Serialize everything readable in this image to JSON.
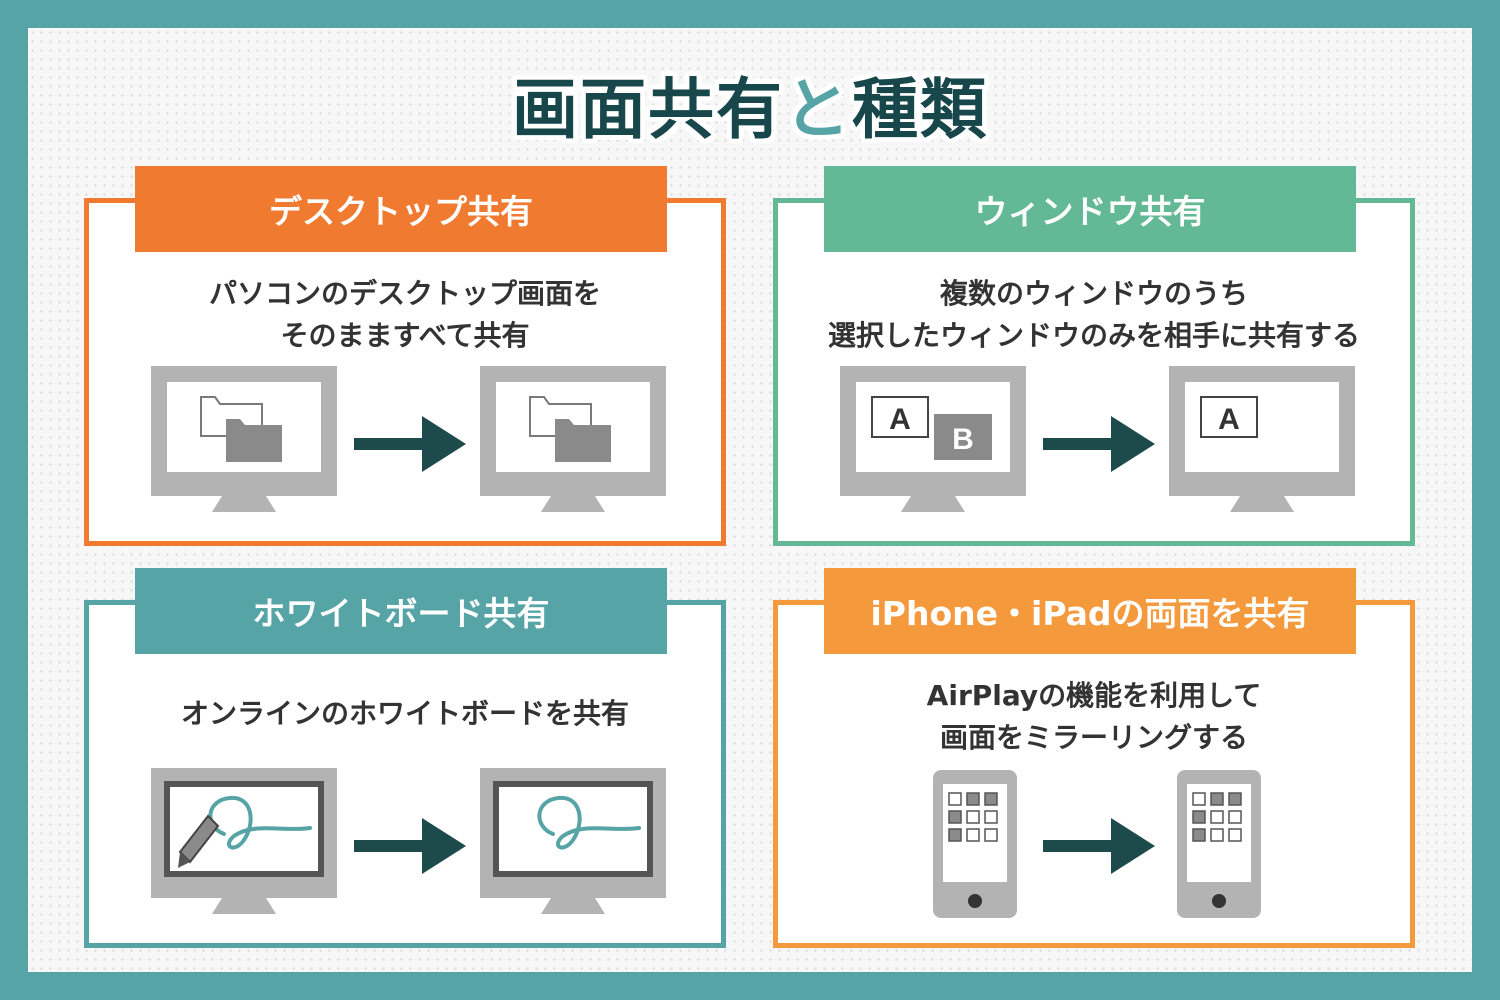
{
  "title": {
    "part1": "画面共有",
    "part2": "と",
    "part3": "種類"
  },
  "panels": {
    "desktop": {
      "heading": "デスクトップ共有",
      "line1": "パソコンのデスクトップ画面を",
      "line2": "そのまますべて共有",
      "color": "#f07a30"
    },
    "window": {
      "heading": "ウィンドウ共有",
      "line1": "複数のウィンドウのうち",
      "line2": "選択したウィンドウのみを相手に共有する",
      "window_a": "A",
      "window_b": "B",
      "color": "#63b895"
    },
    "whiteboard": {
      "heading": "ホワイトボード共有",
      "line1": "オンラインのホワイトボードを共有",
      "color": "#56a4a6"
    },
    "iphone": {
      "heading": "iPhone・iPadの両面を共有",
      "line1": "AirPlayの機能を利用して",
      "line2": "画面をミラーリングする",
      "color": "#f59a3c"
    }
  },
  "colors": {
    "background": "#56a4a6",
    "title": "#17474a",
    "arrow": "#1d4b4c",
    "device": "#b3b3b3",
    "ink": "#56a4a6"
  },
  "icons": [
    "monitor-icon",
    "folder-icon",
    "arrow-right-icon",
    "window-icon",
    "pen-icon",
    "smartphone-icon"
  ]
}
